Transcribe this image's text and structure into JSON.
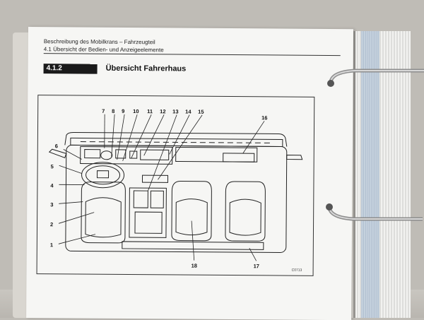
{
  "page": {
    "header_line1": "Beschreibung des Mobilkrans – Fahrzeugteil",
    "header_line2": "4.1 Übersicht der Bedien- und Anzeigeelemente",
    "section_number": "4.1.2",
    "section_title": "Übersicht Fahrerhaus"
  },
  "figure": {
    "callouts": [
      "1",
      "2",
      "3",
      "4",
      "5",
      "6",
      "7",
      "8",
      "9",
      "10",
      "11",
      "12",
      "13",
      "14",
      "15",
      "16",
      "17",
      "18"
    ],
    "code": "C0713"
  }
}
